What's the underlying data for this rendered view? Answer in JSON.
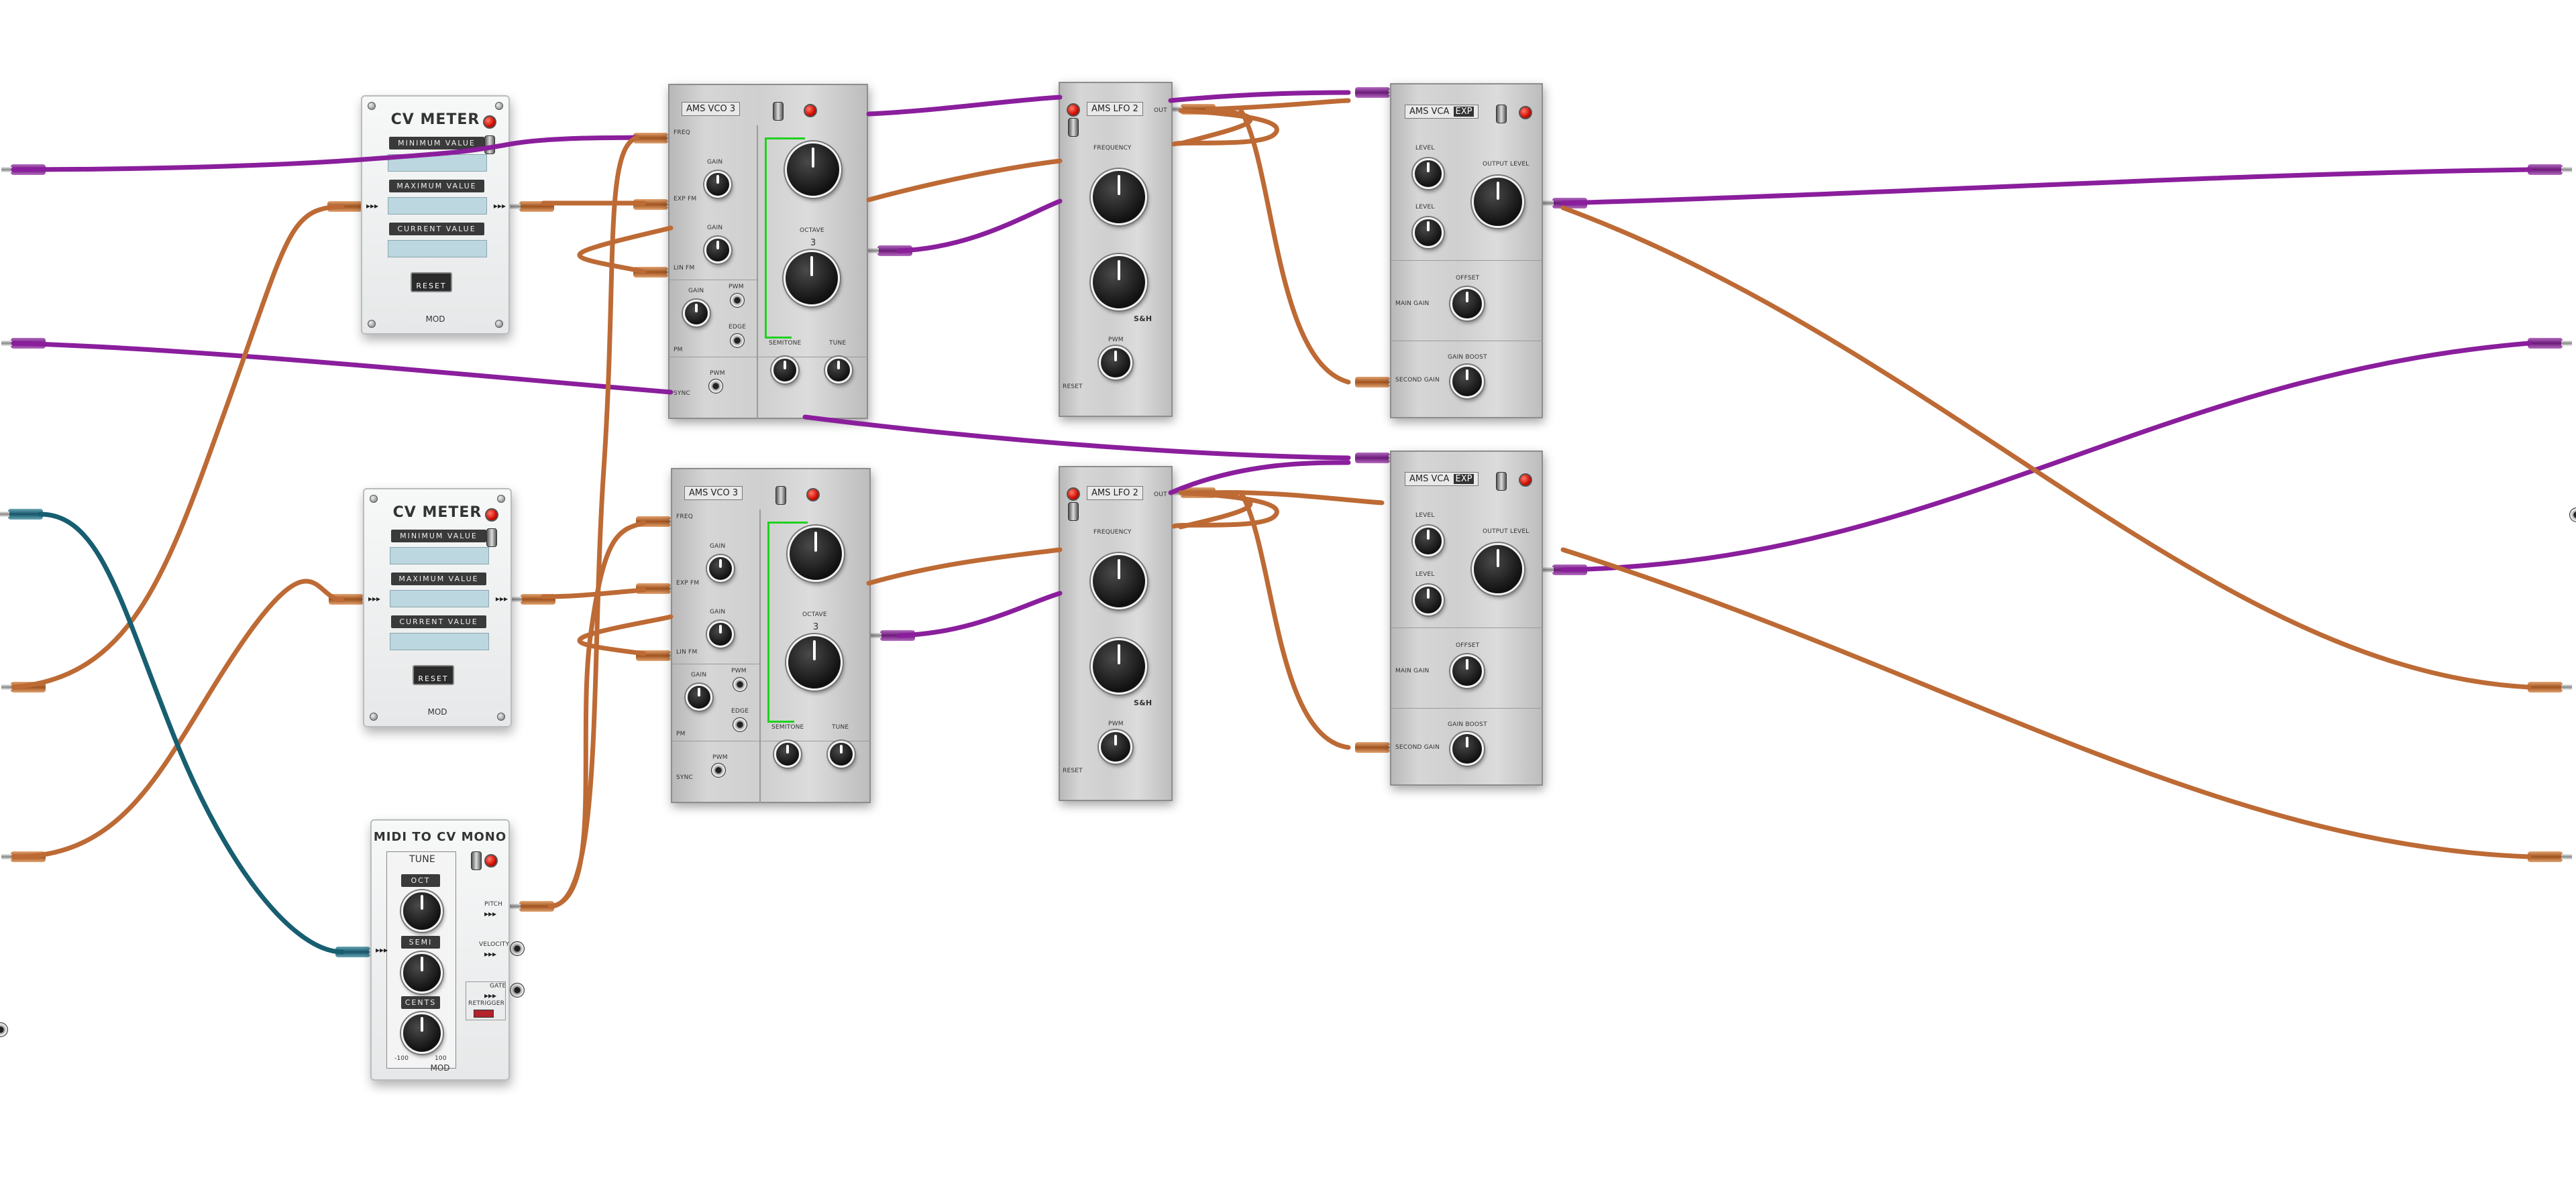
{
  "cv_meter": {
    "title": "CV METER",
    "min_label": "MINIMUM VALUE",
    "max_label": "MAXIMUM VALUE",
    "current_label": "CURRENT VALUE",
    "reset_label": "RESET",
    "brand": "MOD"
  },
  "vco": {
    "title": "AMS VCO 3",
    "freq": "FREQ",
    "exp_fm": "EXP FM",
    "lin_fm": "LIN FM",
    "pm": "PM",
    "sync": "SYNC",
    "gain": "GAIN",
    "pwm": "PWM",
    "edge": "EDGE",
    "octave": "OCTAVE",
    "octave_value": "3",
    "semitone": "SEMITONE",
    "tune": "TUNE"
  },
  "lfo": {
    "title": "AMS LFO 2",
    "out": "OUT",
    "frequency": "FREQUENCY",
    "pwm": "PWM",
    "reset": "RESET",
    "sh": "S&H"
  },
  "vca": {
    "title": "AMS VCA",
    "badge": "EXP",
    "level": "LEVEL",
    "output_level": "OUTPUT LEVEL",
    "offset": "OFFSET",
    "main_gain": "MAIN GAIN",
    "gain_boost": "GAIN BOOST",
    "second_gain": "SECOND GAIN"
  },
  "midi": {
    "title": "MIDI TO CV MONO",
    "tune": "TUNE",
    "oct": "OCT",
    "semi": "SEMI",
    "cents": "CENTS",
    "cents_min": "-100",
    "cents_max": "100",
    "pitch": "PITCH",
    "velocity": "VELOCITY",
    "gate": "GATE",
    "retrigger": "RETRIGGER",
    "brand": "MOD"
  },
  "colors": {
    "cable_purple": "#8a1e9c",
    "cable_orange": "#bd6a35",
    "cable_teal": "#175e70",
    "led_red": "#d20c00",
    "sync_green": "#1fd11f"
  }
}
